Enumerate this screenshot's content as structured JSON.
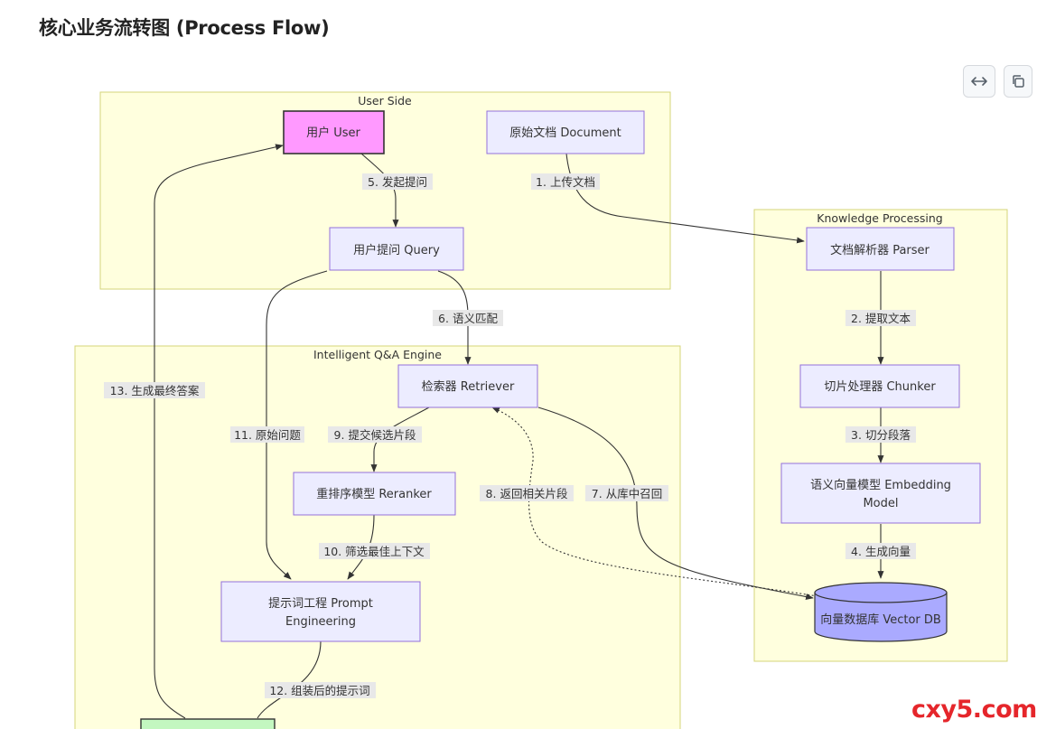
{
  "page_title": "核心业务流转图 (Process Flow)",
  "toolbar": {
    "fit_icon": "arrows-horizontal-icon",
    "copy_icon": "copy-icon"
  },
  "clusters": {
    "user_side": "User Side",
    "knowledge": "Knowledge Processing",
    "qa_engine": "Intelligent Q&A Engine"
  },
  "nodes": {
    "user": "用户 User",
    "document": "原始文档 Document",
    "query": "用户提问 Query",
    "parser": "文档解析器 Parser",
    "chunker": "切片处理器 Chunker",
    "embedding_l1": "语义向量模型 Embedding",
    "embedding_l2": "Model",
    "vectordb": "向量数据库 Vector DB",
    "retriever": "检索器 Retriever",
    "reranker": "重排序模型 Reranker",
    "prompt_l1": "提示词工程 Prompt",
    "prompt_l2": "Engineering"
  },
  "edges": {
    "e1": "1. 上传文档",
    "e2": "2. 提取文本",
    "e3": "3. 切分段落",
    "e4": "4. 生成向量",
    "e5": "5. 发起提问",
    "e6": "6. 语义匹配",
    "e7": "7. 从库中召回",
    "e8": "8. 返回相关片段",
    "e9": "9. 提交候选片段",
    "e10": "10. 筛选最佳上下文",
    "e11": "11. 原始问题",
    "e12": "12. 组装后的提示词",
    "e13": "13. 生成最终答案"
  },
  "colors": {
    "user_node": "#ff99ff",
    "llm_node": "#c3f7c0",
    "vectordb_node": "#aaaaff"
  },
  "watermark": "cxy5.com"
}
